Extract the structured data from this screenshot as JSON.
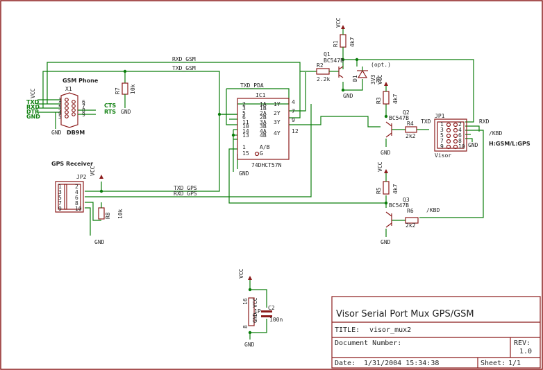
{
  "title_block": {
    "title": "Visor Serial Port Mux GPS/GSM",
    "title_field": "TITLE:",
    "title_value": "visor_mux2",
    "document_number_label": "Document Number:",
    "rev_label": "REV:",
    "rev_value": "1.0",
    "date_label": "Date:",
    "date_value": "1/31/2004 15:34:38",
    "sheet_label": "Sheet:",
    "sheet_value": "1/1"
  },
  "gsm_phone": {
    "label": "GSM Phone",
    "ref": "X1",
    "part": "DB9M",
    "vcc": "VCC",
    "gnd": "GND",
    "signals_left": [
      "TXD",
      "RXD",
      "DTR",
      "GND"
    ],
    "signals_right": [
      "CTS",
      "RTS"
    ],
    "pins_left": [
      "1",
      "2",
      "3",
      "4",
      "5"
    ],
    "pins_right": [
      "6",
      "7",
      "8",
      "9"
    ]
  },
  "gps": {
    "label": "GPS Receiver",
    "ref": "JP2",
    "vcc": "VCC",
    "gnd": "GND",
    "pins_left": [
      "1",
      "3",
      "5",
      "7",
      "9"
    ],
    "pins_right": [
      "2",
      "4",
      "6",
      "8",
      "10"
    ]
  },
  "ic1": {
    "ref": "IC1",
    "part": "74DHCT57N",
    "pins_left": [
      "2",
      "3",
      "5",
      "6",
      "11",
      "10",
      "14",
      "13",
      "1",
      "15"
    ],
    "labels_left": [
      "1A",
      "1B",
      "2A",
      "2B",
      "3A",
      "3B",
      "4A",
      "4B",
      "A/B",
      "G"
    ],
    "pins_right": [
      "4",
      "7",
      "9",
      "12"
    ],
    "labels_right": [
      "1Y",
      "2Y",
      "3Y",
      "4Y"
    ],
    "gnd": "GND"
  },
  "power_ic": {
    "vcc": "VCC",
    "gnd": "GND",
    "pin_top": "16",
    "pin_bottom": "8",
    "label_gnd": "GND",
    "label_vcc": "VCC",
    "ref": "C2",
    "value": "100n",
    "ip_label": "1P"
  },
  "r1": {
    "ref": "R1",
    "value": "4k7",
    "vcc": "VCC"
  },
  "r2": {
    "ref": "R2",
    "value": "2.2k"
  },
  "q1": {
    "ref": "Q1",
    "part": "BC547B",
    "gnd": "GND"
  },
  "d1": {
    "ref": "D1",
    "part": "ZD",
    "note": "(opt.)",
    "value": "3V3"
  },
  "r3": {
    "ref": "R3",
    "value": "4k7",
    "vcc": "VCC"
  },
  "q2": {
    "ref": "Q2",
    "part": "BC547B",
    "gnd": "GND"
  },
  "r4": {
    "ref": "R4",
    "value": "2k2"
  },
  "r5": {
    "ref": "R5",
    "value": "4k7",
    "vcc": "VCC"
  },
  "q3": {
    "ref": "Q3",
    "part": "BC547B",
    "gnd": "GND"
  },
  "r6": {
    "ref": "R6",
    "value": "2k2"
  },
  "r7": {
    "ref": "R7",
    "value": "10k",
    "gnd": "GND"
  },
  "r8": {
    "ref": "R8",
    "value": "10k"
  },
  "jp1": {
    "ref": "JP1",
    "name": "Visor",
    "pins_left": [
      "1",
      "3",
      "5",
      "7",
      "9"
    ],
    "pins_right": [
      "2",
      "4",
      "6",
      "8",
      "10"
    ],
    "gnd": "GND"
  },
  "nets": {
    "rxd_gsm": "RXD_GSM",
    "txd_gsm": "TXD_GSM",
    "txd_pda": "TXD_PDA",
    "txd_gps": "TXD_GPS",
    "rxd_gps": "RXD_GPS",
    "txd": "TXD",
    "rxd": "RXD",
    "kbd": "/KBD",
    "kbd2": "/KBD",
    "mode": "H:GSM/L:GPS"
  }
}
